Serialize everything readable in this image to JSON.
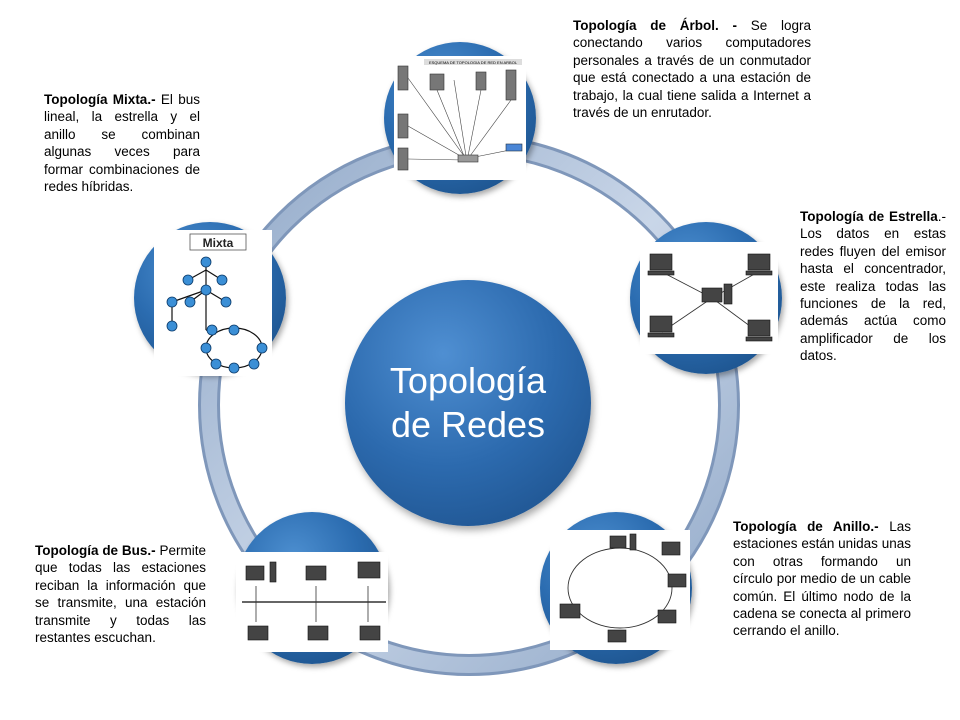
{
  "center": {
    "line1": "Topología",
    "line2": "de Redes"
  },
  "arbol": {
    "title": "Topología de Árbol. -",
    "body": " Se logra conectando varios computadores personales a través de un conmutador que está conectado a una estación de trabajo, la cual tiene salida a Internet a través de un enrutador.",
    "image_heading": "ESQUEMA DE TOPOLOGIA DE RED EN ARBOL"
  },
  "estrella": {
    "title": "Topología de Estrella",
    "body": ".- Los datos en estas redes fluyen del emisor hasta el concentrador, este realiza todas las funciones de la red, además actúa como amplificador de los datos."
  },
  "anillo": {
    "title": "Topología de Anillo.-",
    "body": " Las estaciones están unidas unas con otras formando un círculo por medio de un cable común. El último nodo de la cadena se conecta al primero cerrando el anillo."
  },
  "bus": {
    "title": "Topología de Bus.-",
    "body": " Permite que todas las estaciones reciban la información que se transmite, una estación transmite y todas las restantes escuchan."
  },
  "mixta": {
    "title": "Topología Mixta.-",
    "body": " El bus lineal, la estrella y el anillo se combinan algunas veces para formar combinaciones de redes híbridas.",
    "image_label": "Mixta"
  },
  "colors": {
    "ring": "#a9bcd6",
    "node": "#2b6cb0",
    "center": "#2c6aae",
    "text": "#000000"
  }
}
